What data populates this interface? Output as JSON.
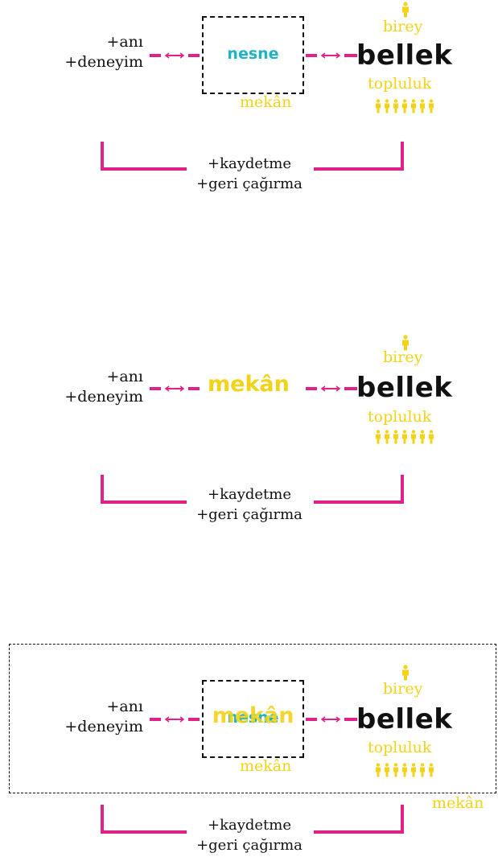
{
  "colors": {
    "magenta": "#e0218a",
    "yellow": "#f2d31a",
    "cyan": "#1fb3c4",
    "black": "#111111"
  },
  "icons": {
    "person": "person-icon",
    "group": "group-icon"
  },
  "diagrams": [
    {
      "left_terms": [
        "+anı",
        "+deneyim"
      ],
      "center_label": "nesne",
      "center_sublabel": "mekân",
      "target": "bellek",
      "top_label": "birey",
      "bottom_label": "topluluk",
      "bracket_terms": [
        "+kaydetme",
        "+geri çağırma"
      ]
    },
    {
      "left_terms": [
        "+anı",
        "+deneyim"
      ],
      "center_label": "mekân",
      "target": "bellek",
      "top_label": "birey",
      "bottom_label": "topluluk",
      "bracket_terms": [
        "+kaydetme",
        "+geri çağırma"
      ]
    },
    {
      "left_terms": [
        "+anı",
        "+deneyim"
      ],
      "center_label_back": "nesne",
      "center_label_front": "mekân",
      "center_sublabel": "mekân",
      "target": "bellek",
      "top_label": "birey",
      "bottom_label": "topluluk",
      "outer_label": "mekân",
      "bracket_terms": [
        "+kaydetme",
        "+geri çağırma"
      ]
    }
  ]
}
